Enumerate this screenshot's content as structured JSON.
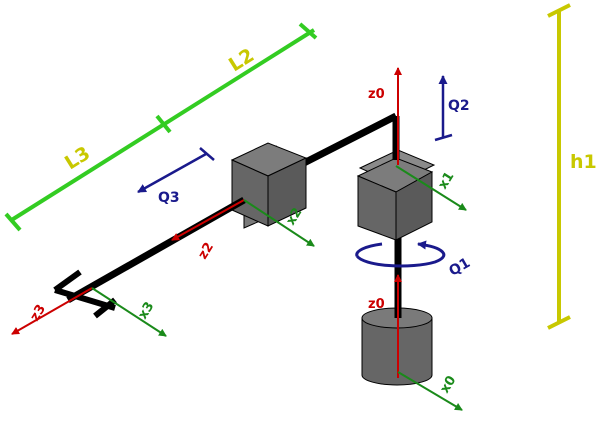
{
  "diagram": {
    "dimension_labels": {
      "l2": "L2",
      "l3": "L3",
      "h1": "h1"
    },
    "joint_labels": {
      "q1": "Q1",
      "q2": "Q2",
      "q3": "Q3"
    },
    "axis_labels": {
      "z0_top": "z0",
      "z0_base": "z0",
      "x0": "x0",
      "x1": "x1",
      "x2": "x2",
      "z2": "z2",
      "x3": "x3",
      "z3": "z3"
    },
    "colors": {
      "z_axis": "#cc0000",
      "x_axis": "#1a8a1a",
      "joint_arrow": "#1a1a8c",
      "dimension_l": "#33cc22",
      "dimension_h": "#c8c800",
      "link": "#000000",
      "box_front": "#606060",
      "box_side": "#555555",
      "box_top": "#8a8a8a"
    }
  }
}
